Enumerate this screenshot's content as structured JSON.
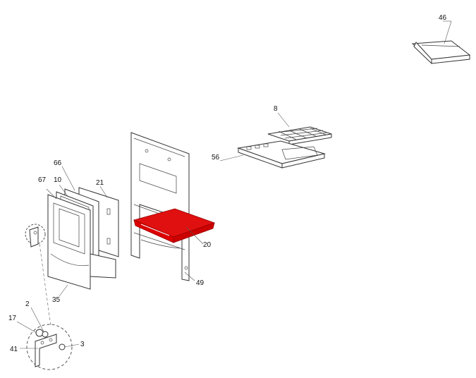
{
  "diagram": {
    "type": "exploded-parts-diagram",
    "highlight_color": "#e01010",
    "labels": {
      "p46": "46",
      "p8": "8",
      "p56": "56",
      "p66": "66",
      "p10": "10",
      "p67": "67",
      "p21": "21",
      "p20": "20",
      "p49": "49",
      "p35": "35",
      "p2": "2",
      "p17": "17",
      "p41": "41",
      "p3": "3"
    },
    "highlighted_part": "20"
  }
}
